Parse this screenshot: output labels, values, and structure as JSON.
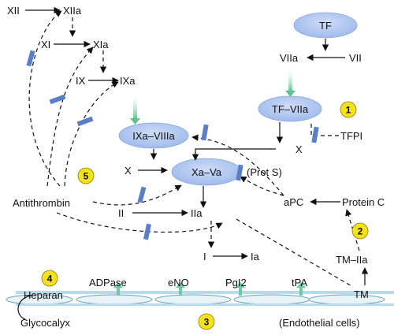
{
  "factors": {
    "xii": "XII",
    "xiia": "XIIa",
    "xi": "XI",
    "xia": "XIa",
    "ix": "IX",
    "ixa": "IXa",
    "tf": "TF",
    "viia": "VIIa",
    "vii": "VII",
    "tf_viia": "TF–VIIa",
    "ixa_viiia": "IXa–VIIIa",
    "xa_va": "Xa–Va",
    "x_right": "X",
    "x_left": "X",
    "ii": "II",
    "iia": "IIa",
    "i": "I",
    "ia": "Ia",
    "tfpi": "TFPI",
    "prot_s": "(Prot S)",
    "apc": "aPC",
    "protein_c": "Protein C",
    "tm_iia": "TM–IIa",
    "tm": "TM",
    "antithrombin": "Antithrombin"
  },
  "endothelium": {
    "heparan": "Heparan",
    "adpase": "ADPase",
    "eno": "eNO",
    "pgi2": "PgI2",
    "tpa": "tPA",
    "glycocalyx": "Glycocalyx",
    "endothelial_cells": "(Endothelial cells)"
  },
  "badges": [
    "1",
    "2",
    "3",
    "4",
    "5"
  ],
  "colors": {
    "ellipse_fill": "#a9c3ef",
    "inhibitor_bar": "#5b7fc4",
    "badge_fill": "#f5e21a",
    "membrane": "#a9d6e6",
    "secretion": "#6fc9a4"
  }
}
